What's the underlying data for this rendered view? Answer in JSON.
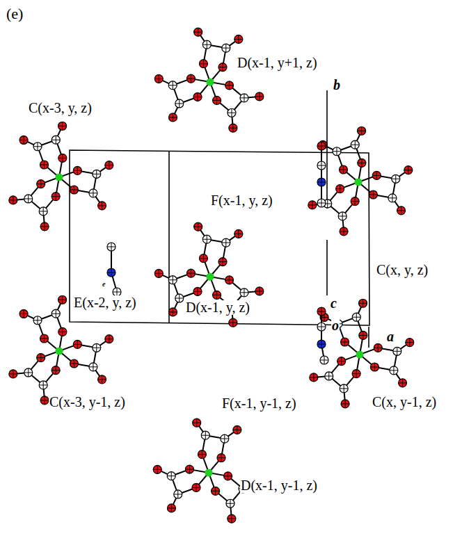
{
  "diagram": {
    "labels": [
      "(e)",
      "D(x-1, y+1, z)",
      "C(x-3, y, z)",
      "b",
      "F(x-1, y, z)",
      "C(x, y, z)",
      "E(x-2, y, z)",
      "D(x-1, y, z)",
      "c",
      "o",
      "a",
      "C(x-3, y-1, z)",
      "F(x-1, y-1, z)",
      "C(x, y-1, z)",
      "D(x-1, y-1, z)",
      "e"
    ]
  }
}
